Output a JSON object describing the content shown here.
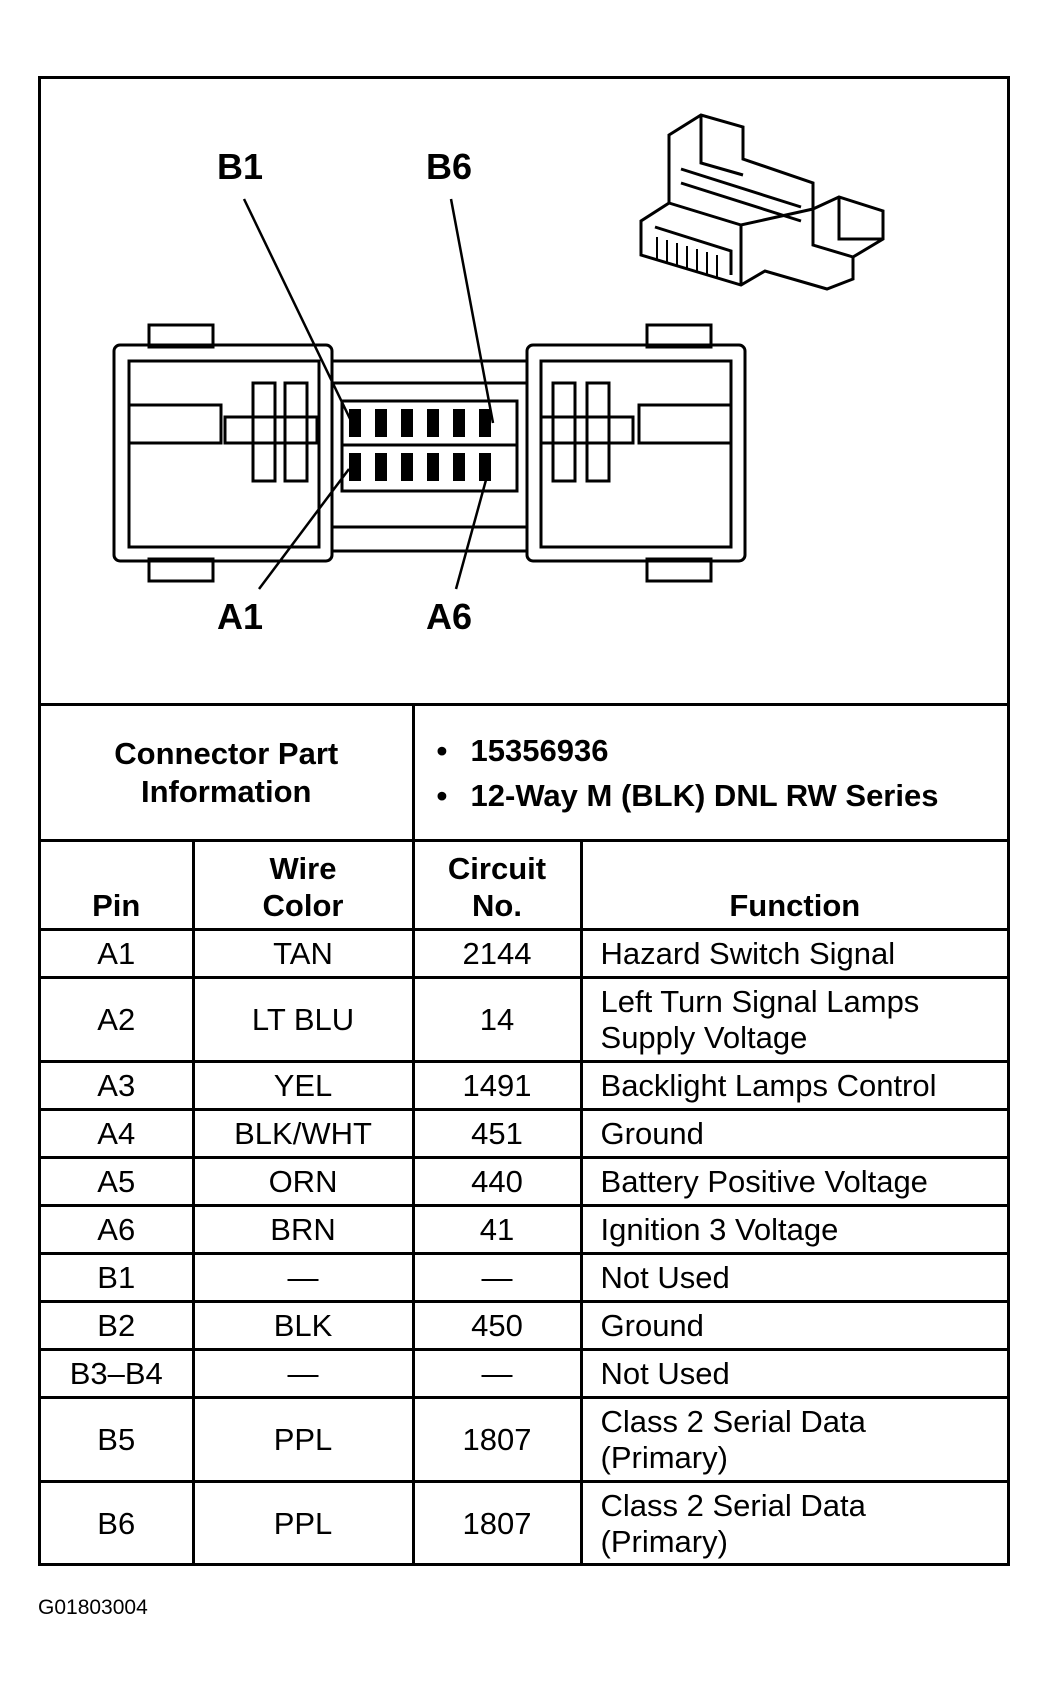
{
  "diagram": {
    "pin_labels": {
      "b1": "B1",
      "b6": "B6",
      "a1": "A1",
      "a6": "A6"
    }
  },
  "connector_info": {
    "title": "Connector Part Information",
    "items": [
      "15356936",
      "12-Way M (BLK) DNL RW Series"
    ]
  },
  "table": {
    "headers": {
      "pin": "Pin",
      "wire_color": "Wire Color",
      "circuit": "Circuit No.",
      "function": "Function"
    },
    "rows": [
      {
        "pin": "A1",
        "color": "TAN",
        "circuit": "2144",
        "function": "Hazard Switch Signal"
      },
      {
        "pin": "A2",
        "color": "LT BLU",
        "circuit": "14",
        "function": "Left Turn Signal Lamps Supply Voltage"
      },
      {
        "pin": "A3",
        "color": "YEL",
        "circuit": "1491",
        "function": "Backlight Lamps Control"
      },
      {
        "pin": "A4",
        "color": "BLK/WHT",
        "circuit": "451",
        "function": "Ground"
      },
      {
        "pin": "A5",
        "color": "ORN",
        "circuit": "440",
        "function": "Battery Positive Voltage"
      },
      {
        "pin": "A6",
        "color": "BRN",
        "circuit": "41",
        "function": "Ignition 3 Voltage"
      },
      {
        "pin": "B1",
        "color": "—",
        "circuit": "—",
        "function": "Not Used"
      },
      {
        "pin": "B2",
        "color": "BLK",
        "circuit": "450",
        "function": "Ground"
      },
      {
        "pin": "B3–B4",
        "color": "—",
        "circuit": "—",
        "function": "Not Used"
      },
      {
        "pin": "B5",
        "color": "PPL",
        "circuit": "1807",
        "function": "Class 2 Serial Data (Primary)"
      },
      {
        "pin": "B6",
        "color": "PPL",
        "circuit": "1807",
        "function": "Class 2 Serial Data (Primary)"
      }
    ]
  },
  "caption": "G01803004"
}
